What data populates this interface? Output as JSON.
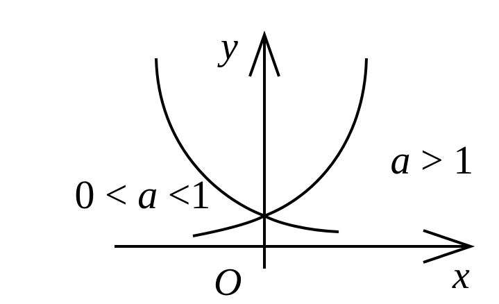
{
  "diagram": {
    "title": "Graphs of exponential function y = a^x",
    "axis_labels": {
      "x": "x",
      "y": "y",
      "origin": "O"
    },
    "curves": [
      {
        "name": "a-greater-than-1",
        "label_parts": [
          "a",
          " > 1"
        ]
      },
      {
        "name": "a-between-0-and-1",
        "label_parts": [
          "0 < ",
          "a",
          " <1"
        ]
      }
    ],
    "colors": {
      "stroke": "#000000",
      "background": "#ffffff"
    }
  }
}
